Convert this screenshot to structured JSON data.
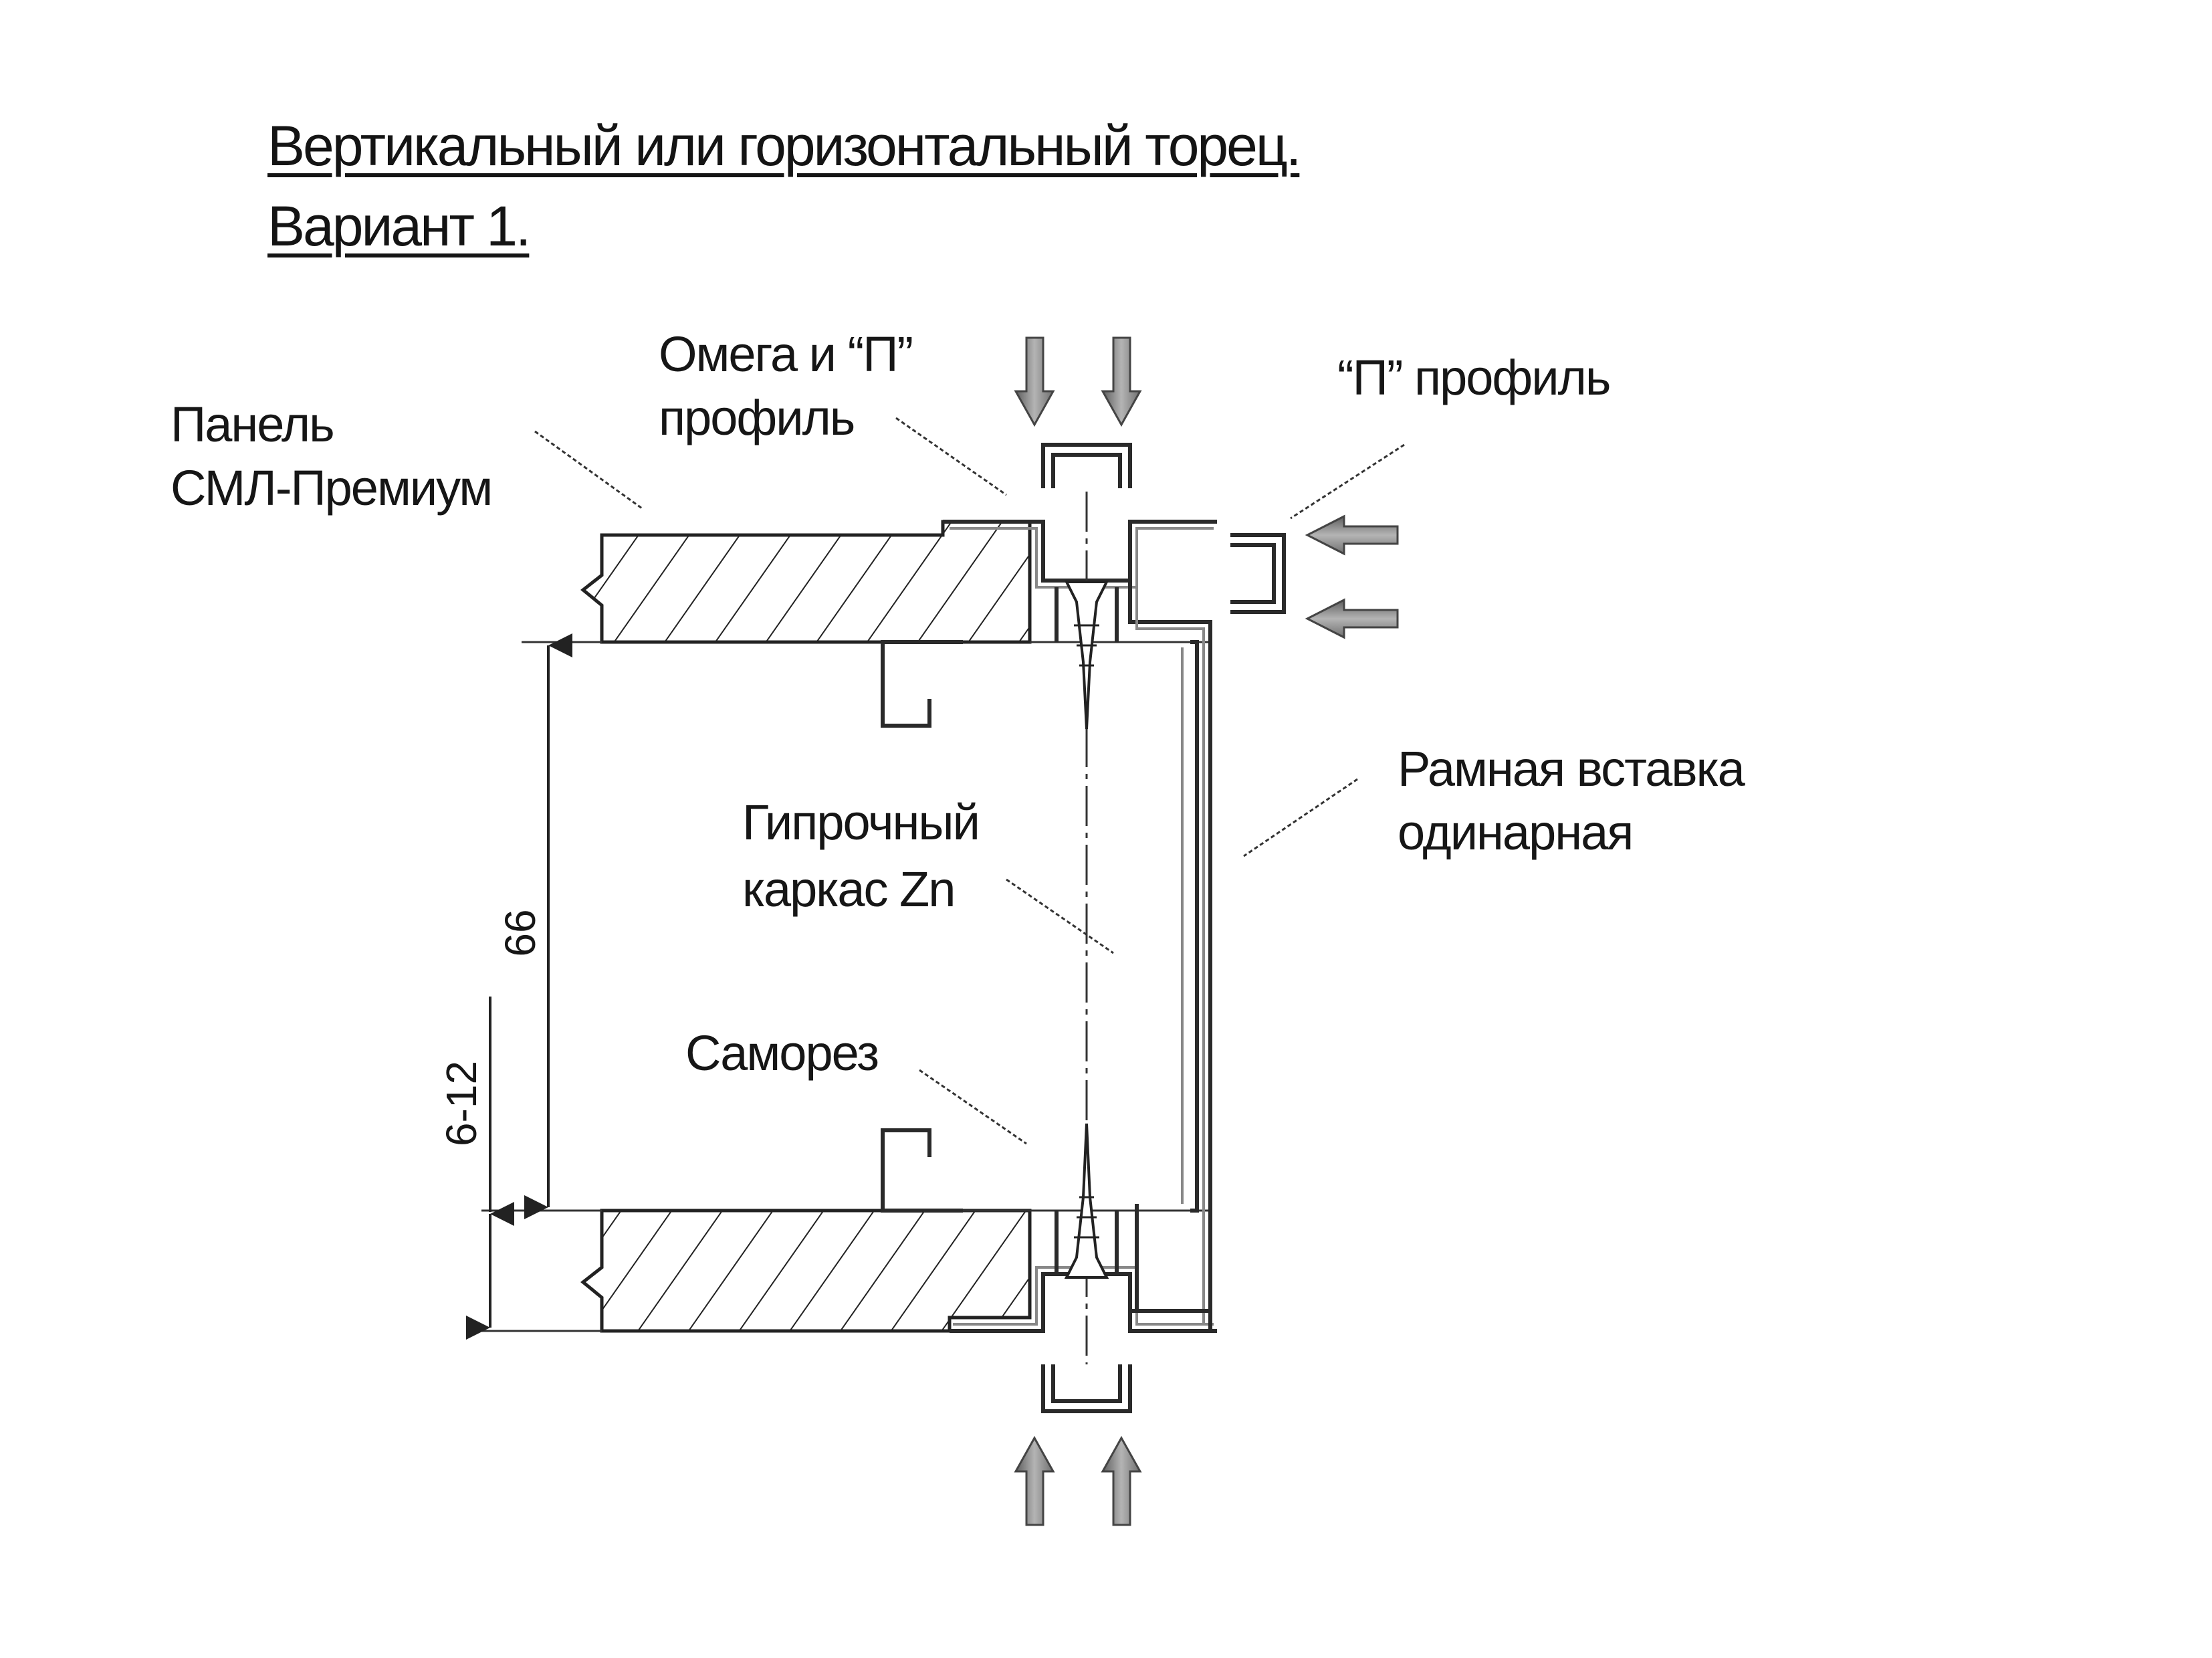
{
  "title": {
    "line1": "Вертикальный или горизонтальный торец.",
    "line2": "Вариант 1."
  },
  "labels": {
    "panel_line1": "Панель",
    "panel_line2": "СМЛ-Премиум",
    "omega_line1": "Омега и “П”",
    "omega_line2": "профиль",
    "p_profile": "“П” профиль",
    "frame_line1": "Рамная вставка",
    "frame_line2": "одинарная",
    "gypsum_line1": "Гипрочный",
    "gypsum_line2": "каркас Zn",
    "screw": "Саморез"
  },
  "dimensions": {
    "main": "66",
    "gap": "6-12"
  },
  "icons": {
    "arrow_down": "arrow-down-icon",
    "arrow_up": "arrow-up-icon",
    "arrow_left": "arrow-left-icon"
  },
  "colors": {
    "line": "#222222",
    "arrow_fill": "#8a8a8a",
    "text": "#161616"
  }
}
